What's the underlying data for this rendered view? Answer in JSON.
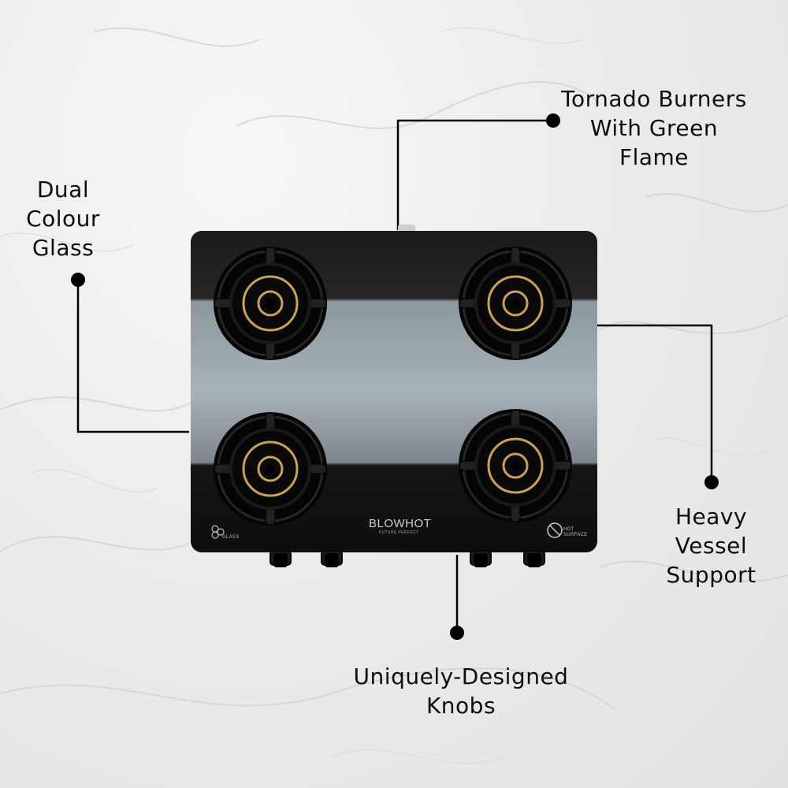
{
  "callouts": {
    "tornado": "Tornado Burners\nWith Green\nFlame",
    "dual_glass": "Dual\nColour\nGlass",
    "vessel_support": "Heavy\nVessel\nSupport",
    "knobs": "Uniquely-Designed\nKnobs"
  },
  "product": {
    "brand": "BLOWHOT",
    "tagline": "FUTURE PERFECT",
    "glass_badge": "GLASS",
    "hot_surface": "HOT\nSURFACE"
  },
  "colors": {
    "background": "#ececec",
    "glass_dark": "#151515",
    "glass_grey": "#9aa6ad",
    "brass": "#c9a34f",
    "callout_line": "#000000"
  },
  "icons": [
    "burner-icon",
    "knob-icon",
    "no-touch-icon",
    "glass-logo-icon"
  ]
}
